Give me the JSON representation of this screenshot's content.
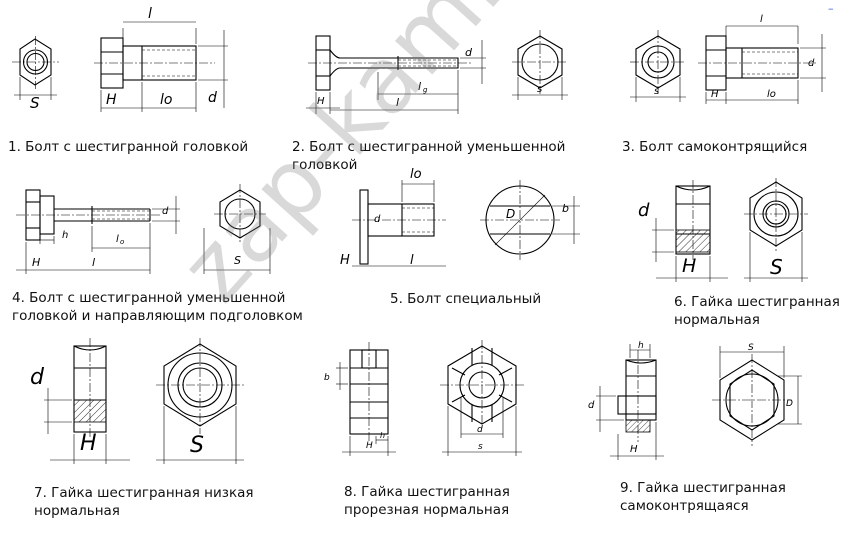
{
  "watermark": "zap-kam.ru",
  "corner_mark": "–",
  "items": [
    {
      "caption_lines": [
        "1. Болт с шестигранной головкой"
      ],
      "labels": {
        "s": "S",
        "H": "H",
        "lo": "lo",
        "d": "d",
        "l": "l"
      }
    },
    {
      "caption_lines": [
        "2. Болт с шестигранной уменьшенной",
        "головкой"
      ],
      "labels": {
        "H": "H",
        "lg": "l",
        "lg_sub": "g",
        "l": "l",
        "d": "d",
        "s": "s"
      }
    },
    {
      "caption_lines": [
        "3. Болт самоконтрящийся"
      ],
      "labels": {
        "s": "s",
        "H": "H",
        "lo": "lo",
        "d": "d",
        "l": "l"
      }
    },
    {
      "caption_lines": [
        "4. Болт с шестигранной уменьшенной",
        "головкой и направляющим подголовком"
      ],
      "labels": {
        "H": "H",
        "h": "h",
        "lo": "l",
        "lo_sub": "o",
        "l": "l",
        "d": "d",
        "s": "S"
      }
    },
    {
      "caption_lines": [
        "5. Болт специальный"
      ],
      "labels": {
        "lo": "lo",
        "d": "d",
        "H": "H",
        "l": "l",
        "D": "D",
        "b": "b"
      }
    },
    {
      "caption_lines": [
        "6. Гайка шестигранная",
        "нормальная"
      ],
      "labels": {
        "d": "d",
        "H": "H",
        "S": "S"
      }
    },
    {
      "caption_lines": [
        "7. Гайка шестигранная низкая",
        "нормальная"
      ],
      "labels": {
        "d": "d",
        "H": "H",
        "S": "S"
      }
    },
    {
      "caption_lines": [
        "8. Гайка шестигранная",
        "прорезная нормальная"
      ],
      "labels": {
        "b": "b",
        "h": "h",
        "H": "H",
        "d": "d",
        "s": "s"
      }
    },
    {
      "caption_lines": [
        "9. Гайка шестигранная",
        "самоконтрящаяся"
      ],
      "labels": {
        "h": "h",
        "d": "d",
        "H": "H",
        "S": "S",
        "D": "D"
      }
    }
  ]
}
